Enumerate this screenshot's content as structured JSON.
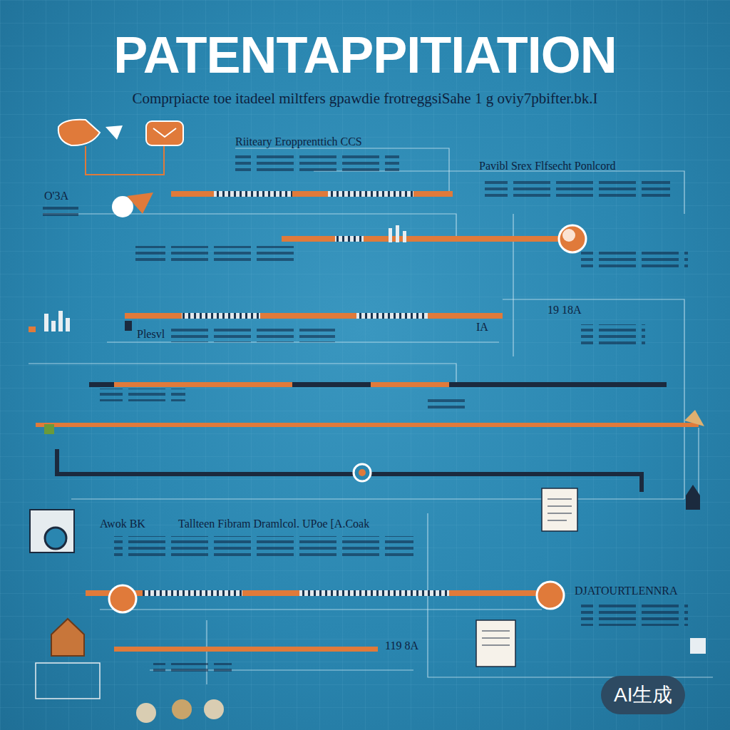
{
  "diagram": {
    "title": "PATENTAPPITIATION",
    "caption": "Comprpiacte toe itadeel miltfers gpawdie frotreggsiSahe 1 g oviy7pbifter.bk.I",
    "labels": [
      "Riiteary Eropprenttich CCS",
      "Pavibl Srex Flfsecht Ponlcord",
      "O'3A",
      "Plesvl",
      "19 18A",
      "IA",
      "Awok BK",
      "Tallteen Fibram Dramlcol. UPoe [A.Coak",
      "DJATOURTLENNRA",
      "119 8A",
      "AI生成"
    ]
  }
}
